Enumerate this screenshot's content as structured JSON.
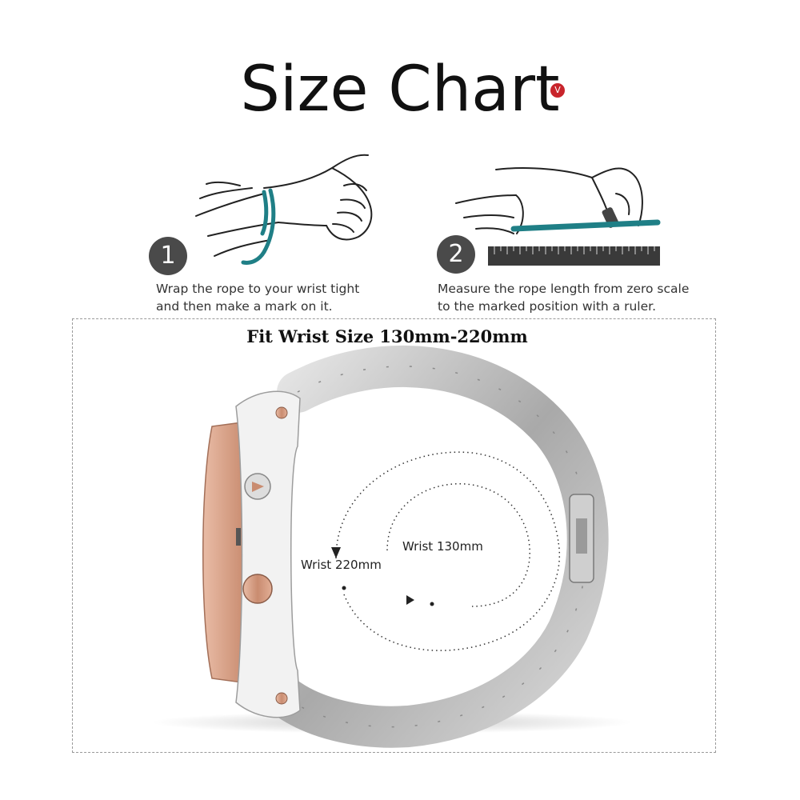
{
  "header": {
    "title": "Size Chart",
    "brand_mark": "V"
  },
  "steps": [
    {
      "number": "1",
      "text_line1": "Wrap the rope to your wrist tight",
      "text_line2": "and then make a mark on it."
    },
    {
      "number": "2",
      "text_line1": "Measure the rope length from zero scale",
      "text_line2": "to the marked position with a ruler."
    }
  ],
  "fit_panel": {
    "title": "Fit Wrist Size 130mm-220mm",
    "label_inner": "Wrist 130mm",
    "label_outer": "Wrist 220mm"
  },
  "colors": {
    "rope": "#1f7f86",
    "step_badge": "#4a4a4a",
    "brand": "#c8242b",
    "rose_gold": "#d9a48a",
    "steel": "#b9b9b9"
  },
  "icons": [
    "hand-wrap-illustration",
    "ruler-measure-illustration",
    "smartwatch-band-image"
  ]
}
